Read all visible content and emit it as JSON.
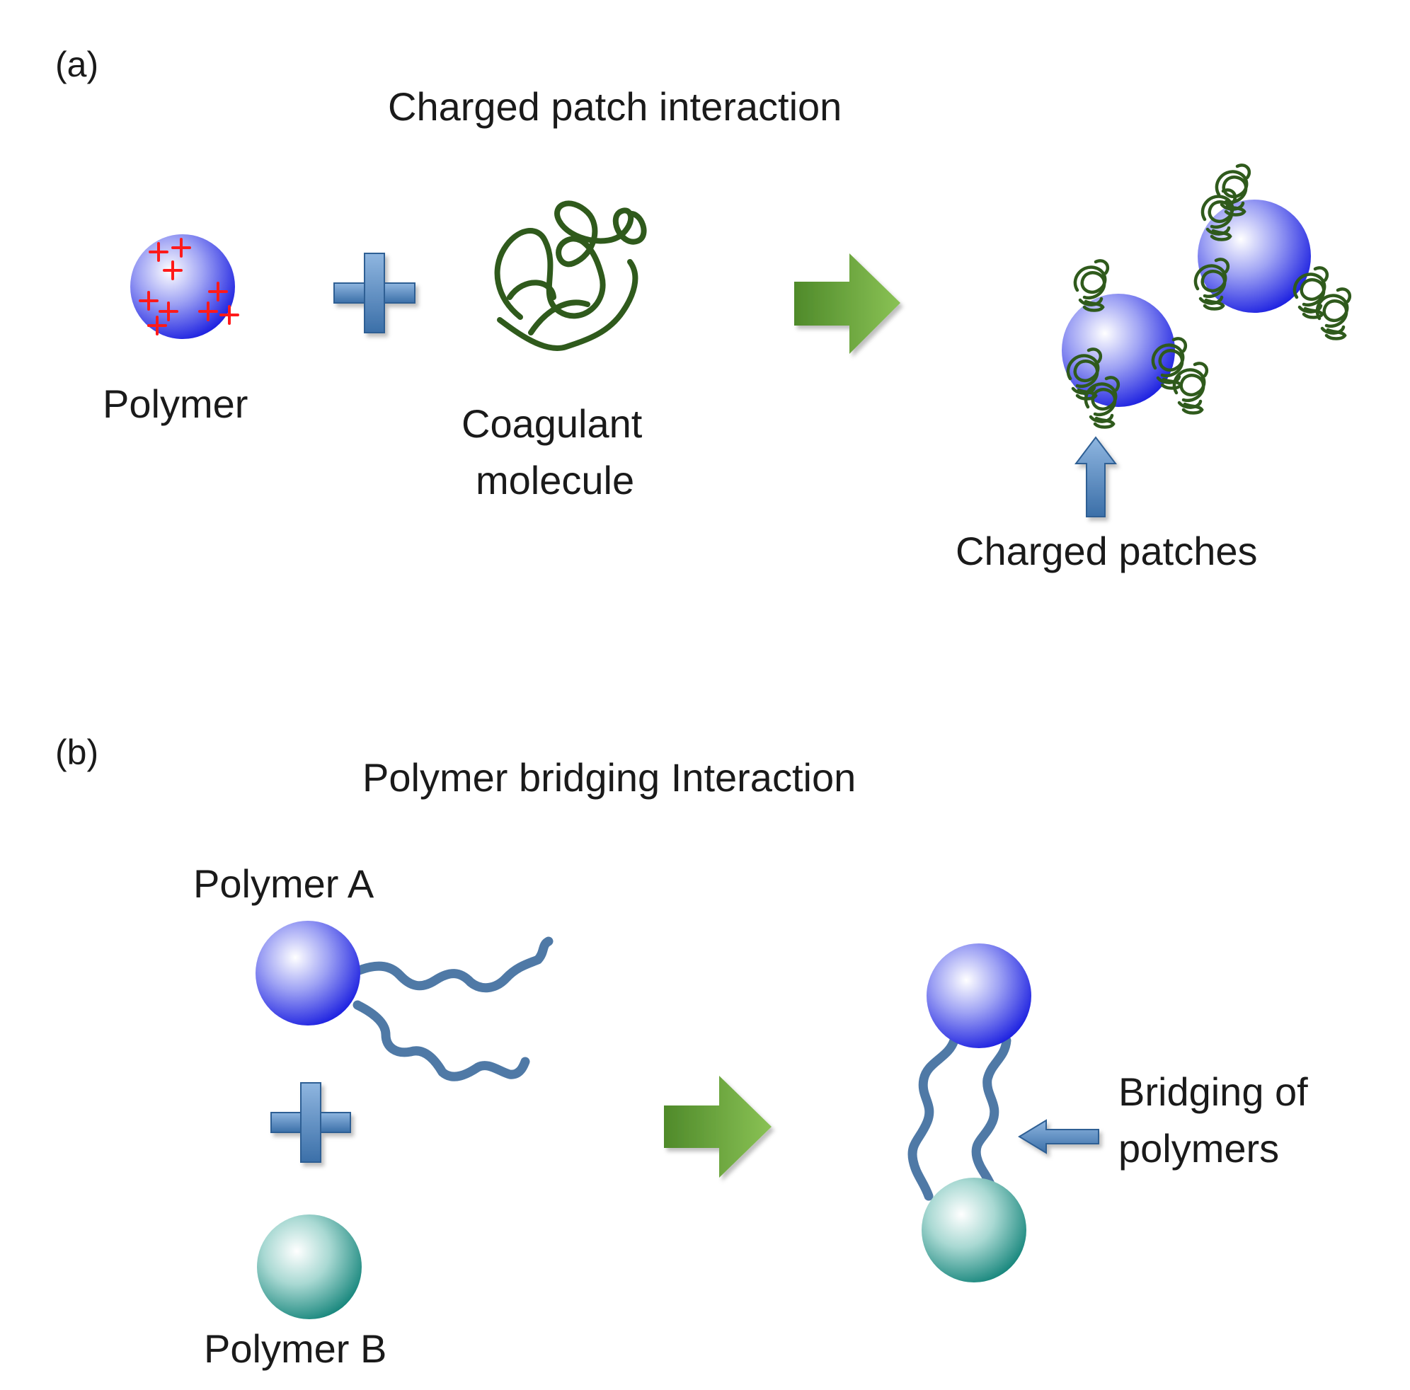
{
  "panel_a": {
    "tag": "(a)",
    "title": "Charged patch interaction",
    "polymer_label": "Polymer",
    "coagulant_label_line1": "Coagulant",
    "coagulant_label_line2": "molecule",
    "patches_label": "Charged patches"
  },
  "panel_b": {
    "tag": "(b)",
    "title": "Polymer bridging Interaction",
    "polymer_a_label": "Polymer A",
    "polymer_b_label": "Polymer B",
    "bridging_label_line1": "Bridging of",
    "bridging_label_line2": "polymers"
  },
  "colors": {
    "polymer_blue": "#2a2ee8",
    "polymer_teal": "#1f8f86",
    "chain_blue": "#4f79a6",
    "coil_green": "#2f5a1c",
    "arrow_green": "#6fa53a",
    "plus_blue": "#5b8cc4",
    "charge_red": "#ff1a1a"
  }
}
